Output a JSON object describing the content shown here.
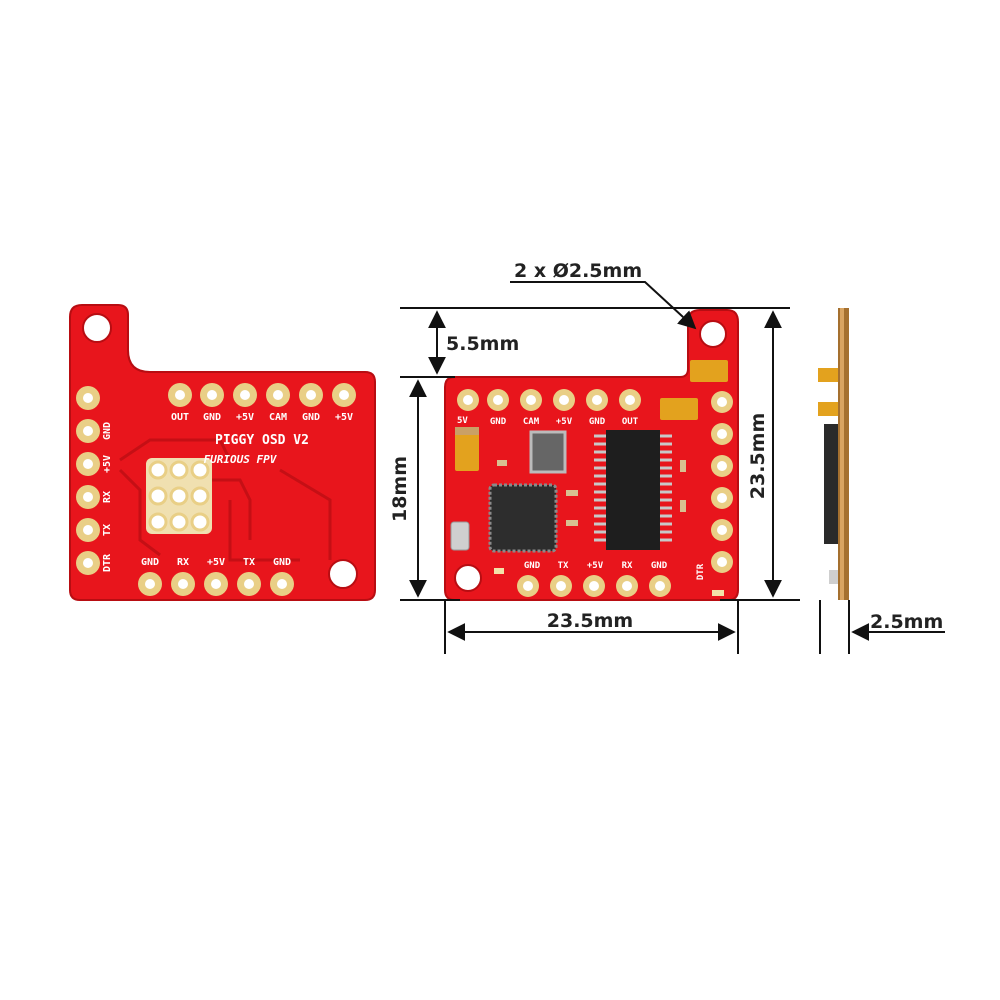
{
  "back_board": {
    "title": "PIGGY OSD V2",
    "logo_text": "FURIOUS FPV",
    "top_pin_labels": [
      "OUT",
      "GND",
      "+5V",
      "CAM",
      "GND",
      "+5V"
    ],
    "left_pin_labels": [
      "GND",
      "+5V",
      "RX",
      "TX",
      "DTR"
    ],
    "bottom_pin_labels": [
      "GND",
      "RX",
      "+5V",
      "TX",
      "GND"
    ]
  },
  "front_board": {
    "top_pin_labels": [
      "5V",
      "GND",
      "CAM",
      "+5V",
      "GND",
      "OUT"
    ],
    "bottom_pin_labels": [
      "GND",
      "TX",
      "+5V",
      "RX",
      "GND"
    ],
    "right_pin_labels": [
      "DTR"
    ]
  },
  "dimensions": {
    "hole_label": "2 x Ø2.5mm",
    "offset_label": "5.5mm",
    "inner_height_label": "18mm",
    "total_height_label": "23.5mm",
    "width_label": "23.5mm",
    "thickness_label": "2.5mm"
  },
  "colors": {
    "pcb": "#e8151c",
    "pcb_dark": "#b80d12",
    "pad_gold": "#e9cf86",
    "dimension_line": "#111111"
  }
}
